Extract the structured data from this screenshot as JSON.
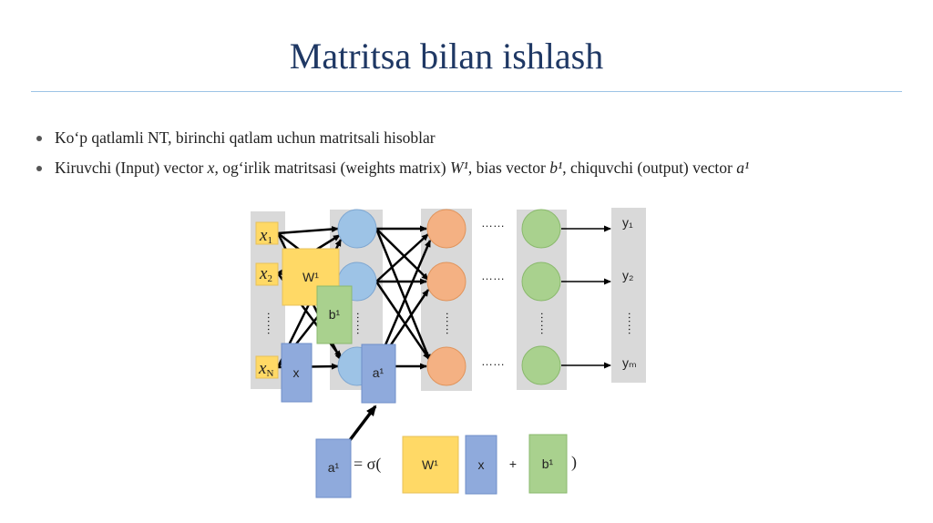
{
  "slide": {
    "title": "Matritsa bilan ishlash",
    "bullets": [
      {
        "text": "Ko‘p qatlamli NT, birinchi qatlam uchun matritsali hisoblar"
      },
      {
        "parts": [
          "Kiruvchi (Input) vector ",
          "x",
          ", og‘irlik matritsasi (weights matrix) ",
          "W¹",
          ", bias vector ",
          "b¹",
          ", chiquvchi (output) vector ",
          "a¹"
        ]
      }
    ]
  },
  "diagram": {
    "inputs": {
      "x1": "x",
      "x1_sub": "1",
      "x2": "x",
      "x2_sub": "2",
      "xn": "x",
      "xn_sub": "N",
      "ellipsis": "……"
    },
    "hidden_ellipsis": "……",
    "layer2_ellipsis": "……",
    "layer_gap_dots": "……",
    "layer3_ellipsis": "……",
    "outputs": [
      "y₁",
      "y₂",
      "yₘ"
    ],
    "output_ellipsis": "……",
    "overlay": {
      "weights": "W¹",
      "bias": "b¹",
      "input_vec": "x",
      "output_vec": "a¹"
    },
    "formula": {
      "lhs": "a¹",
      "eq": "= σ(",
      "w": "W¹",
      "x": "x",
      "plus": "+",
      "b": "b¹",
      "close": ")"
    },
    "colors": {
      "input_node": "#ffd966",
      "hidden_node": "#9dc3e6",
      "layer2_node": "#f4b183",
      "layer3_node": "#a9d18e",
      "weights_box": "#ffd966",
      "bias_box": "#a9d18e",
      "vector_box": "#8faadc",
      "band": "#d9d9d9"
    }
  }
}
